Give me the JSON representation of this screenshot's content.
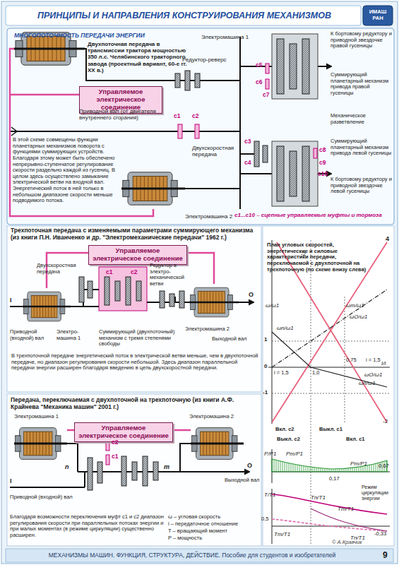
{
  "diagram": {
    "title": "ПРИНЦИПЫ И НАПРАВЛЕНИЯ КОНСТРУИРОВАНИЯ МЕХАНИЗМОВ",
    "caption": "МЕХАНИЗМЫ МАШИН. ФУНКЦИЯ, СТРУКТУРА, ДЕЙСТВИЕ. Пособие для студентов и изобретателей",
    "nodes": [
      {
        "text": [
          "Управляемое электрическое соединение"
        ]
      },
      {
        "text": [
          "Управляемое электрическое соединение"
        ]
      },
      {
        "text": [
          "Управляемое электрическое соединение"
        ]
      }
    ],
    "labels": [
      "МНОГОПОТОЧНОСТЬ ПЕРЕДАЧИ ЭНЕРГИИ",
      "Двухпоточная передача в трансмиссии трактора мощностью 350 л.с. Челябинского тракторного завода (проектный вариант, 60-е гг. XX в.)",
      "Электромашина 1",
      "К бортовому редуктору и приводной звездочке правой гусеницы",
      "c5",
      "Редуктор-реверс",
      "c6",
      "c7",
      "Суммирующий планетарный механизм привода правой гусеницы",
      "c1",
      "c2",
      "Приводной вал (от двигателя внутреннего сгорания)",
      "Механическое разветвление",
      "В этой схеме совмещены функции планетарных механизмов поворота с функциями суммирующих устройств. Благодаря этому может быть обеспечено непрерывно-ступенчатое регулирование скорости раздельно каждой из гусениц. В целом здесь осуществлено замыкание электрической ветви на входной вал. Энергетический поток в ней только в небольшом диапазоне скорости меньше подводимого потока.",
      "c3",
      "Двухскоростная передача",
      "c4",
      "c8",
      "Суммирующий планетарный механизм привода левой гусеницы",
      "c9",
      "c10",
      "К бортовому редуктору и приводной звездочке левой гусеницы",
      "Электромашина 2",
      "c1...c10 – сцепные управляемые муфты и тормоза",
      "Трехпоточная передача с изменяемыми параметрами суммирующего механизма (из книги П.Н. Иванченко и др. \"Электромеханические передачи\" 1962 г.)",
      "Двухскоростная передача",
      "c2",
      "Редуктор в электро-механической ветви",
      "c1",
      "I",
      "O",
      "Приводной (входной) вал",
      "Электро-машина 1",
      "Суммирующий (двухпоточный) механизм с тремя степенями свободы",
      "Электромашина 2",
      "Выходной вал",
      "В трехпоточной передаче энергетический поток в электрической ветви меньше, чем в двухпоточной передаче, но диапазон регулирования скорости небольшой. Здесь диапазон параллельной передачи энергии расширен благодаря введению в цепь двухскоростной передачи.",
      "Передача, переключаемая с двухпоточной на трехпоточную (из книги А.Ф. Крайнева \"Механика машин\" 2001 г.)",
      "Электромашина 1",
      "Электромашина 2",
      "c2",
      "c1",
      "n",
      "m",
      "I",
      "O",
      "Выходной вал",
      "Приводной (входной) вал",
      "Благодаря возможности переключения муфт c1 и c2 диапазон регулирования скорости при параллельных потоках энергии и при малых моментах (в режиме циркуляции) существенно расширен.",
      "ω – угловая скорость",
      "i – передаточное отношение",
      "T – вращающий момент",
      "P – мощность",
      "План угловых скоростей, энергетические и силовые характеристики передачи, переключаемой с двухпоточной на трехпоточную (по схеме внизу слева)",
      "4",
      "ω/ω1",
      "-2",
      "ωm/ω1",
      "ωO/ω1",
      "1",
      "ωn/ω1",
      "0,75",
      "i = 1,5",
      "0",
      "i = 1,5",
      "1,0",
      "I/i",
      "ωO/ω1",
      "-1",
      "ωn/ω1",
      "-2",
      "Вкл. c2",
      "Выкл. c1",
      "Выкл. c2",
      "Вкл. c1",
      "P/P1",
      "Pm/P1",
      "Pm/P1",
      "0,67",
      "0,17",
      "T/T1",
      "Tn/T1",
      "Режим циркуляции энергии",
      "0,5",
      "Tm/T1",
      "Tm/T1",
      "Tn/T1",
      "-0,33",
      "ИМАШ РАН",
      "© А.Кравчик",
      "9"
    ]
  }
}
